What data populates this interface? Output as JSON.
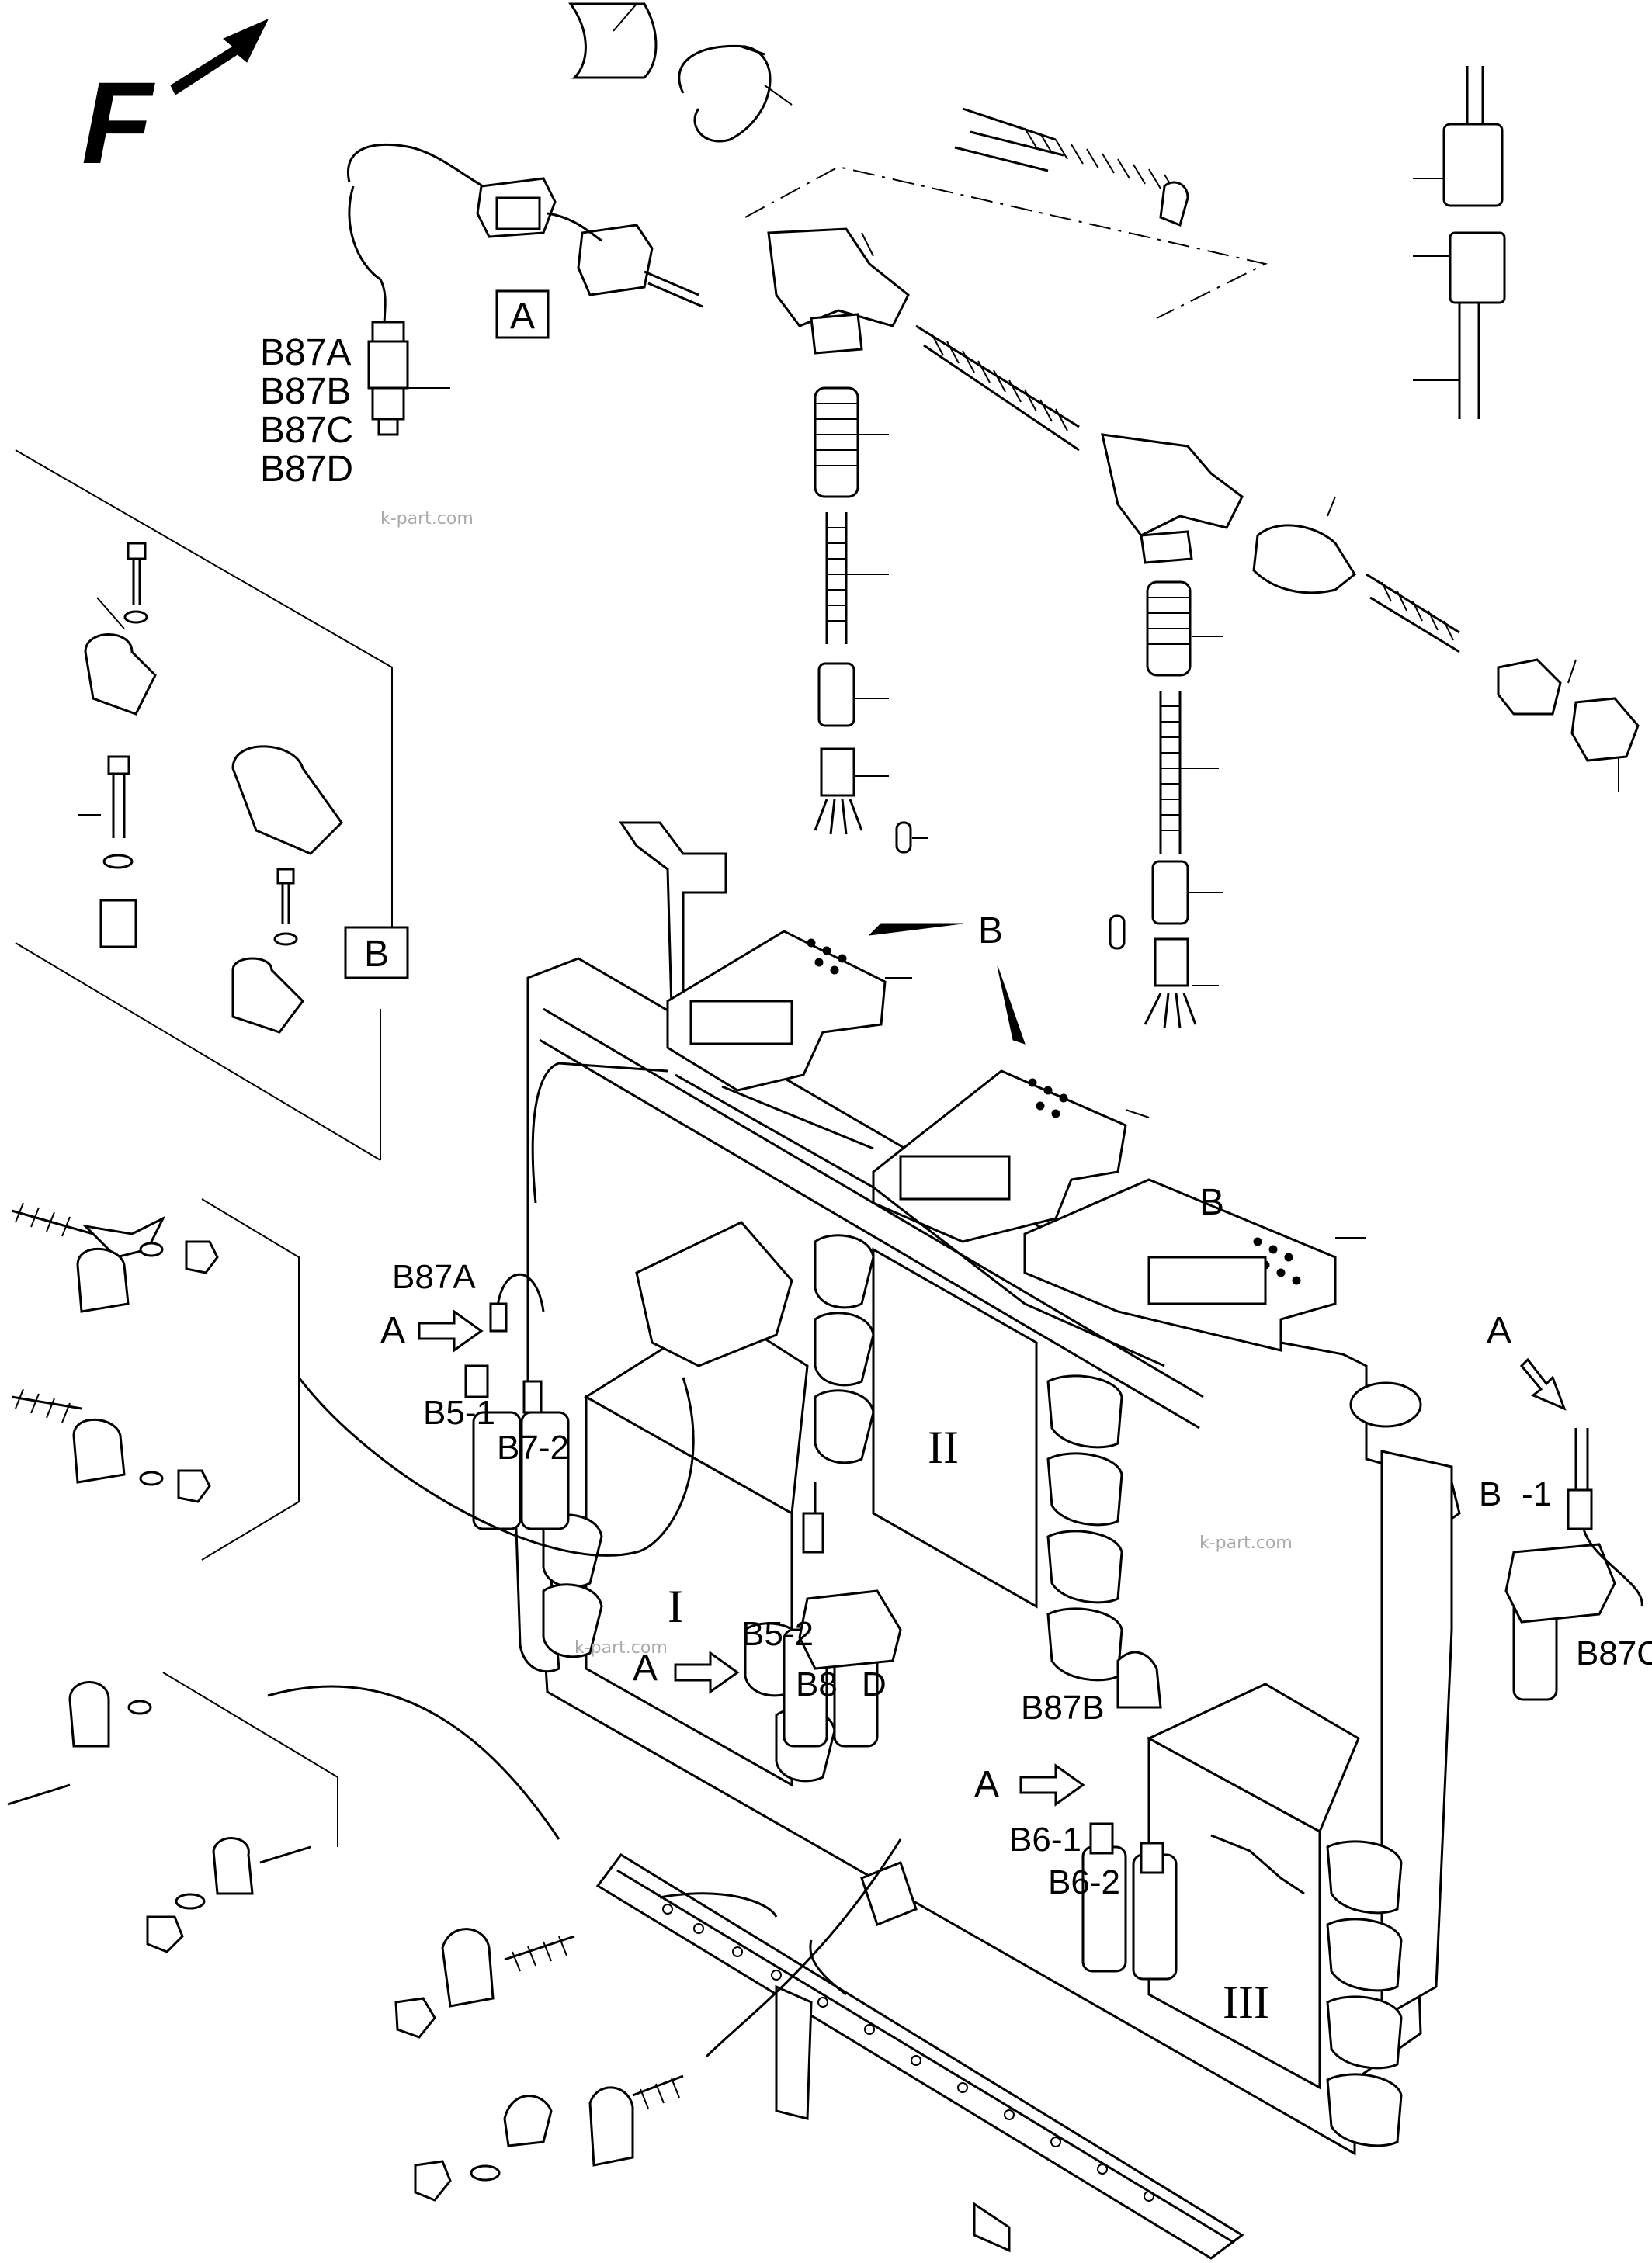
{
  "diagram": {
    "direction_marker": "F",
    "callouts": {
      "detail_a": "A",
      "detail_b": "B",
      "b_left_1": "B",
      "b_left_2": "B",
      "b_right": "B",
      "a_left": "A",
      "a_right": "A",
      "a_center": "A",
      "a_lower": "A"
    },
    "sensor_list": [
      "B87A",
      "B87B",
      "B87C",
      "B87D"
    ],
    "labels": {
      "b87a": "B87A",
      "b5_1": "B5-1",
      "b7_2": "B7-2",
      "b5_2": "B5-2",
      "b8": "B8",
      "d": "D",
      "b87b": "B87B",
      "b6_1": "B6-1",
      "b6_2": "B6-2",
      "b_minus": "B",
      "minus_1": "-1",
      "b87c": "B87C"
    },
    "roman": {
      "one": "I",
      "two": "II",
      "three": "III"
    },
    "watermark": "k-part.com"
  }
}
